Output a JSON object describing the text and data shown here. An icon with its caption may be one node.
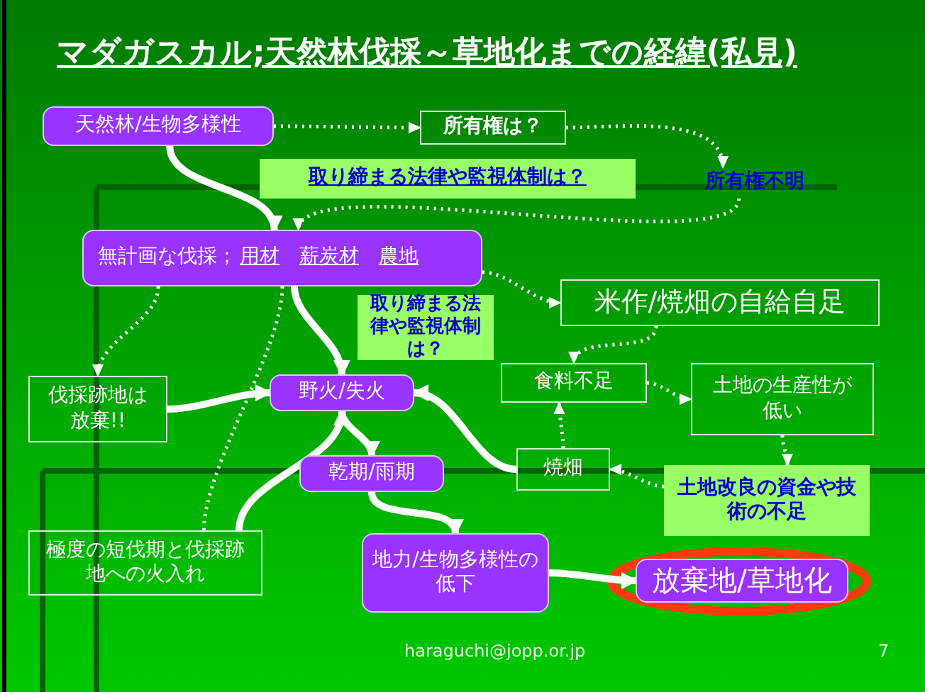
{
  "diagram": {
    "title": "マダガスカル;天然林伐採～草地化までの経緯(私見)",
    "nodes": [
      {
        "text": [
          "天然林/生物多様性"
        ]
      },
      {
        "text": [
          "所有権は？"
        ]
      },
      {
        "text": [
          "取り締まる法律や監視体制は？"
        ]
      },
      {
        "text": [
          "所有権不明"
        ]
      },
      {
        "text": [
          "無計画な伐採；",
          "用材",
          "薪炭材",
          "農地"
        ]
      },
      {
        "text": [
          "取り締まる法律や監視体制は？"
        ]
      },
      {
        "text": [
          "米作/焼畑の自給自足"
        ]
      },
      {
        "text": [
          "伐採跡地は放棄!!"
        ]
      },
      {
        "text": [
          "野火/失火"
        ]
      },
      {
        "text": [
          "食料不足"
        ]
      },
      {
        "text": [
          "土地の生産性が低い"
        ]
      },
      {
        "text": [
          "乾期/雨期"
        ]
      },
      {
        "text": [
          "焼畑"
        ]
      },
      {
        "text": [
          "土地改良の資金や技術の不足"
        ]
      },
      {
        "text": [
          "極度の短伐期と伐採跡地への火入れ"
        ]
      },
      {
        "text": [
          "地力/生物多様性の低下"
        ]
      },
      {
        "text": [
          "放棄地/草地化"
        ]
      }
    ],
    "edges": [
      {
        "from": 0,
        "to": 4,
        "arrow": "to",
        "style": "thick"
      },
      {
        "from": 0,
        "to": 1,
        "arrow": "to",
        "style": "dashed"
      },
      {
        "from": 1,
        "to": 3,
        "arrow": "to",
        "style": "dashed"
      },
      {
        "from": 3,
        "to": 4,
        "arrow": "to",
        "style": "dashed"
      },
      {
        "from": 4,
        "to": 6,
        "arrow": "to",
        "style": "dashed"
      },
      {
        "from": 4,
        "to": 7,
        "arrow": "to",
        "style": "dashed"
      },
      {
        "from": 4,
        "to": 14,
        "arrow": "none",
        "style": "dashed"
      },
      {
        "from": 4,
        "to": 8,
        "arrow": "to",
        "style": "thick"
      },
      {
        "from": 7,
        "to": 8,
        "arrow": "to",
        "style": "thick"
      },
      {
        "from": 14,
        "to": 8,
        "arrow": "to",
        "style": "thick"
      },
      {
        "from": 8,
        "to": 11,
        "arrow": "to",
        "style": "thick"
      },
      {
        "from": 11,
        "to": 15,
        "arrow": "to",
        "style": "thick"
      },
      {
        "from": 15,
        "to": 16,
        "arrow": "to",
        "style": "thick"
      },
      {
        "from": 12,
        "to": 8,
        "arrow": "to",
        "style": "thick"
      },
      {
        "from": 6,
        "to": 9,
        "arrow": "to",
        "style": "dashed"
      },
      {
        "from": 9,
        "to": 10,
        "arrow": "to",
        "style": "dashed"
      },
      {
        "from": 10,
        "to": 13,
        "arrow": "to",
        "style": "dashed"
      },
      {
        "from": 13,
        "to": 12,
        "arrow": "to",
        "style": "dashed"
      },
      {
        "from": 12,
        "to": 9,
        "arrow": "to",
        "style": "dashed"
      }
    ],
    "labels": [
      "haraguchi@jopp.or.jp",
      "7"
    ]
  }
}
